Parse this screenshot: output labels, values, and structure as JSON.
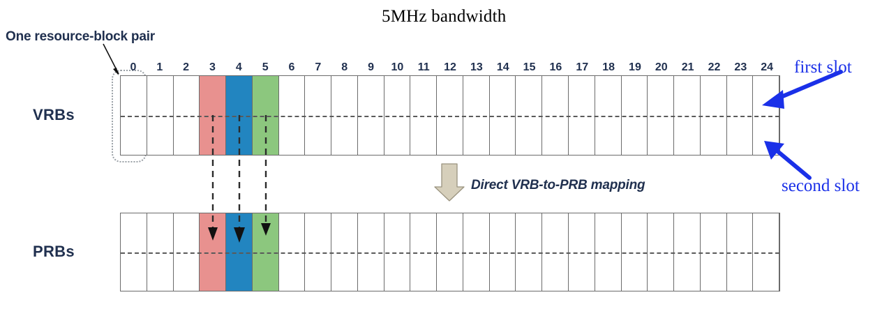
{
  "title": "5MHz bandwidth",
  "annotations": {
    "resource_block_pair": "One resource-block pair",
    "mapping": "Direct VRB-to-PRB mapping",
    "first_slot": "first slot",
    "second_slot": "second slot"
  },
  "rows": [
    {
      "label": "VRBs",
      "id": "vrbs"
    },
    {
      "label": "PRBs",
      "id": "prbs"
    }
  ],
  "chart_data": {
    "type": "table",
    "title": "5MHz bandwidth",
    "xlabel": "",
    "ylabel": "",
    "grid": true,
    "legend_position": "none",
    "block_count": 25,
    "categories": [
      "0",
      "1",
      "2",
      "3",
      "4",
      "5",
      "6",
      "7",
      "8",
      "9",
      "10",
      "11",
      "12",
      "13",
      "14",
      "15",
      "16",
      "17",
      "18",
      "19",
      "20",
      "21",
      "22",
      "23",
      "24"
    ],
    "series": [
      {
        "name": "VRBs",
        "values": [
          "",
          "",
          "",
          "red",
          "blue",
          "green",
          "",
          "",
          "",
          "",
          "",
          "",
          "",
          "",
          "",
          "",
          "",
          "",
          "",
          "",
          "",
          "",
          "",
          "",
          ""
        ]
      },
      {
        "name": "PRBs",
        "values": [
          "",
          "",
          "",
          "red",
          "blue",
          "green",
          "",
          "",
          "",
          "",
          "",
          "",
          "",
          "",
          "",
          "",
          "",
          "",
          "",
          "",
          "",
          "",
          "",
          "",
          ""
        ]
      }
    ],
    "allocated_indices": [
      3,
      4,
      5
    ],
    "annotations": [
      "One resource-block pair",
      "Direct VRB-to-PRB mapping",
      "first slot",
      "second slot"
    ]
  },
  "colors": {
    "red_block": "#e8918f",
    "blue_block": "#2285c0",
    "green_block": "#8cc77e",
    "grid_line": "#6b6b6b",
    "dash_line": "#5a5a5a",
    "text_navy": "#20304f",
    "slot_blue": "#1a30e8",
    "beige_arrow": "#d6cfbb",
    "beige_arrow_edge": "#9a937f",
    "dotted_bracket": "#9aa0a6"
  }
}
